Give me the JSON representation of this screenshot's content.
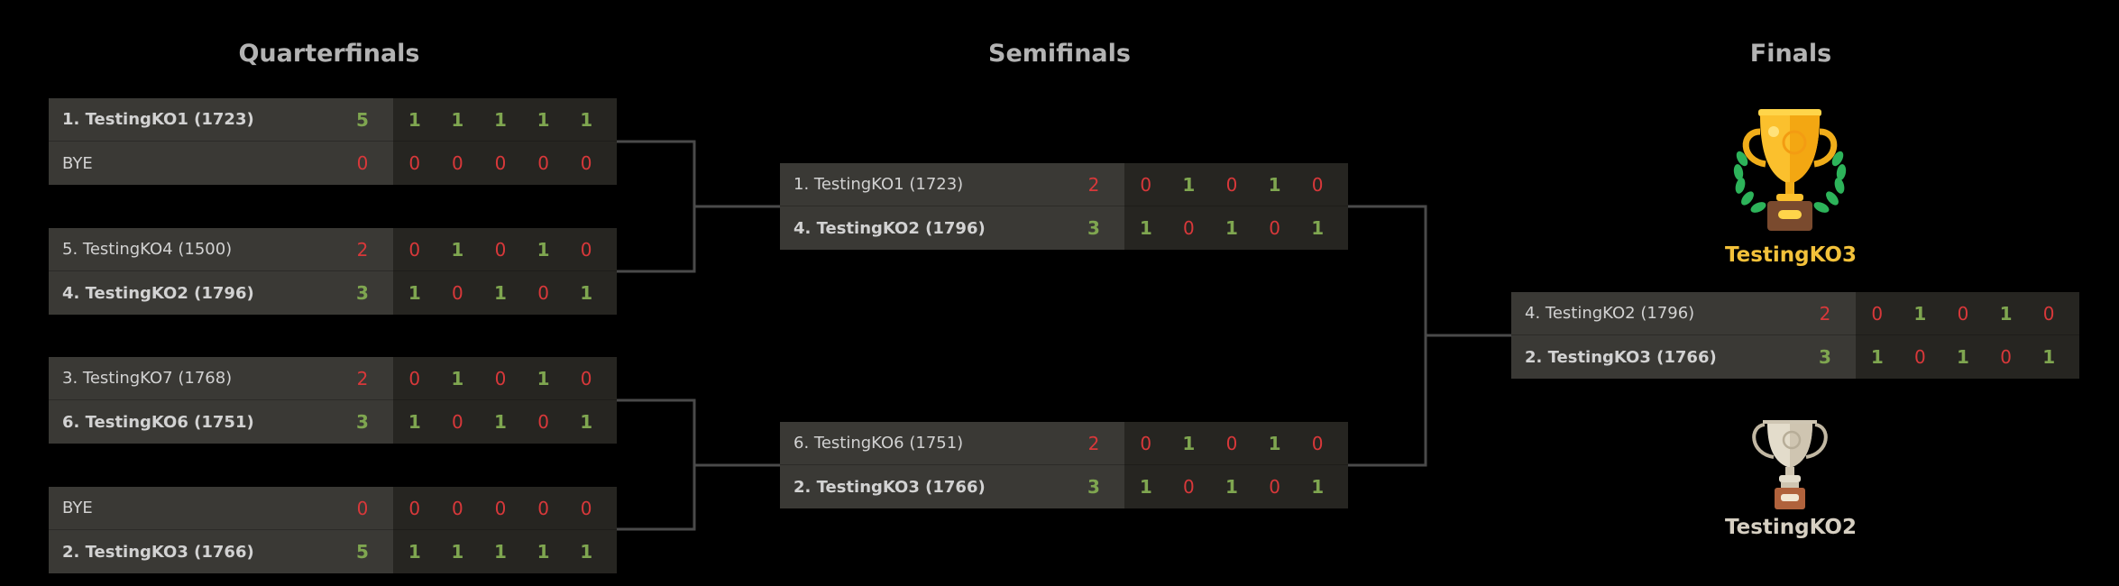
{
  "rounds": [
    {
      "title": "Quarterfinals",
      "matches": [
        {
          "players": [
            {
              "name": "1. TestingKO1 (1723)",
              "total": "5",
              "games": [
                "1",
                "1",
                "1",
                "1",
                "1"
              ],
              "winner": true
            },
            {
              "name": "BYE",
              "total": "0",
              "games": [
                "0",
                "0",
                "0",
                "0",
                "0"
              ],
              "winner": false
            }
          ]
        },
        {
          "players": [
            {
              "name": "5. TestingKO4 (1500)",
              "total": "2",
              "games": [
                "0",
                "1",
                "0",
                "1",
                "0"
              ],
              "winner": false
            },
            {
              "name": "4. TestingKO2 (1796)",
              "total": "3",
              "games": [
                "1",
                "0",
                "1",
                "0",
                "1"
              ],
              "winner": true
            }
          ]
        },
        {
          "players": [
            {
              "name": "3. TestingKO7 (1768)",
              "total": "2",
              "games": [
                "0",
                "1",
                "0",
                "1",
                "0"
              ],
              "winner": false
            },
            {
              "name": "6. TestingKO6 (1751)",
              "total": "3",
              "games": [
                "1",
                "0",
                "1",
                "0",
                "1"
              ],
              "winner": true
            }
          ]
        },
        {
          "players": [
            {
              "name": "BYE",
              "total": "0",
              "games": [
                "0",
                "0",
                "0",
                "0",
                "0"
              ],
              "winner": false
            },
            {
              "name": "2. TestingKO3 (1766)",
              "total": "5",
              "games": [
                "1",
                "1",
                "1",
                "1",
                "1"
              ],
              "winner": true
            }
          ]
        }
      ]
    },
    {
      "title": "Semifinals",
      "matches": [
        {
          "players": [
            {
              "name": "1. TestingKO1 (1723)",
              "total": "2",
              "games": [
                "0",
                "1",
                "0",
                "1",
                "0"
              ],
              "winner": false
            },
            {
              "name": "4. TestingKO2 (1796)",
              "total": "3",
              "games": [
                "1",
                "0",
                "1",
                "0",
                "1"
              ],
              "winner": true
            }
          ]
        },
        {
          "players": [
            {
              "name": "6. TestingKO6 (1751)",
              "total": "2",
              "games": [
                "0",
                "1",
                "0",
                "1",
                "0"
              ],
              "winner": false
            },
            {
              "name": "2. TestingKO3 (1766)",
              "total": "3",
              "games": [
                "1",
                "0",
                "1",
                "0",
                "1"
              ],
              "winner": true
            }
          ]
        }
      ]
    },
    {
      "title": "Finals",
      "matches": [
        {
          "players": [
            {
              "name": "4. TestingKO2 (1796)",
              "total": "2",
              "games": [
                "0",
                "1",
                "0",
                "1",
                "0"
              ],
              "winner": false
            },
            {
              "name": "2. TestingKO3 (1766)",
              "total": "3",
              "games": [
                "1",
                "0",
                "1",
                "0",
                "1"
              ],
              "winner": true
            }
          ]
        }
      ]
    }
  ],
  "podium": {
    "champion": "TestingKO3",
    "runner_up": "TestingKO2"
  },
  "colors": {
    "win": "#7fa650",
    "loss": "#d8383a",
    "champion": "#f3c13a",
    "runner_up": "#d6cfc2",
    "title": "#b3b3b3"
  },
  "icons": [
    "gold-trophy-icon",
    "silver-trophy-icon"
  ]
}
